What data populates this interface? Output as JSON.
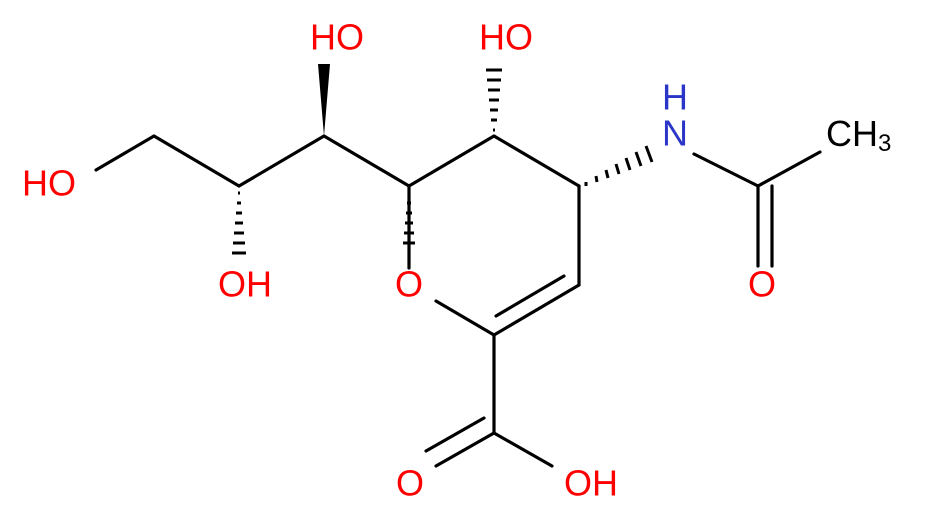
{
  "molecule": {
    "atoms": {
      "oh_top_left": "HO",
      "oh_top_middle": "HO",
      "ho_left": "HO",
      "oh_lower_left": "OH",
      "ring_oxygen": "O",
      "nh_n": "N",
      "nh_h": "H",
      "methyl_c": "CH",
      "methyl_subscript": "3",
      "amide_o": "O",
      "acid_carbonyl_o": "O",
      "acid_oh": "OH"
    },
    "colors": {
      "oxygen": "#ff0000",
      "nitrogen": "#2b36c8",
      "carbon": "#000000",
      "bond": "#000000"
    }
  }
}
